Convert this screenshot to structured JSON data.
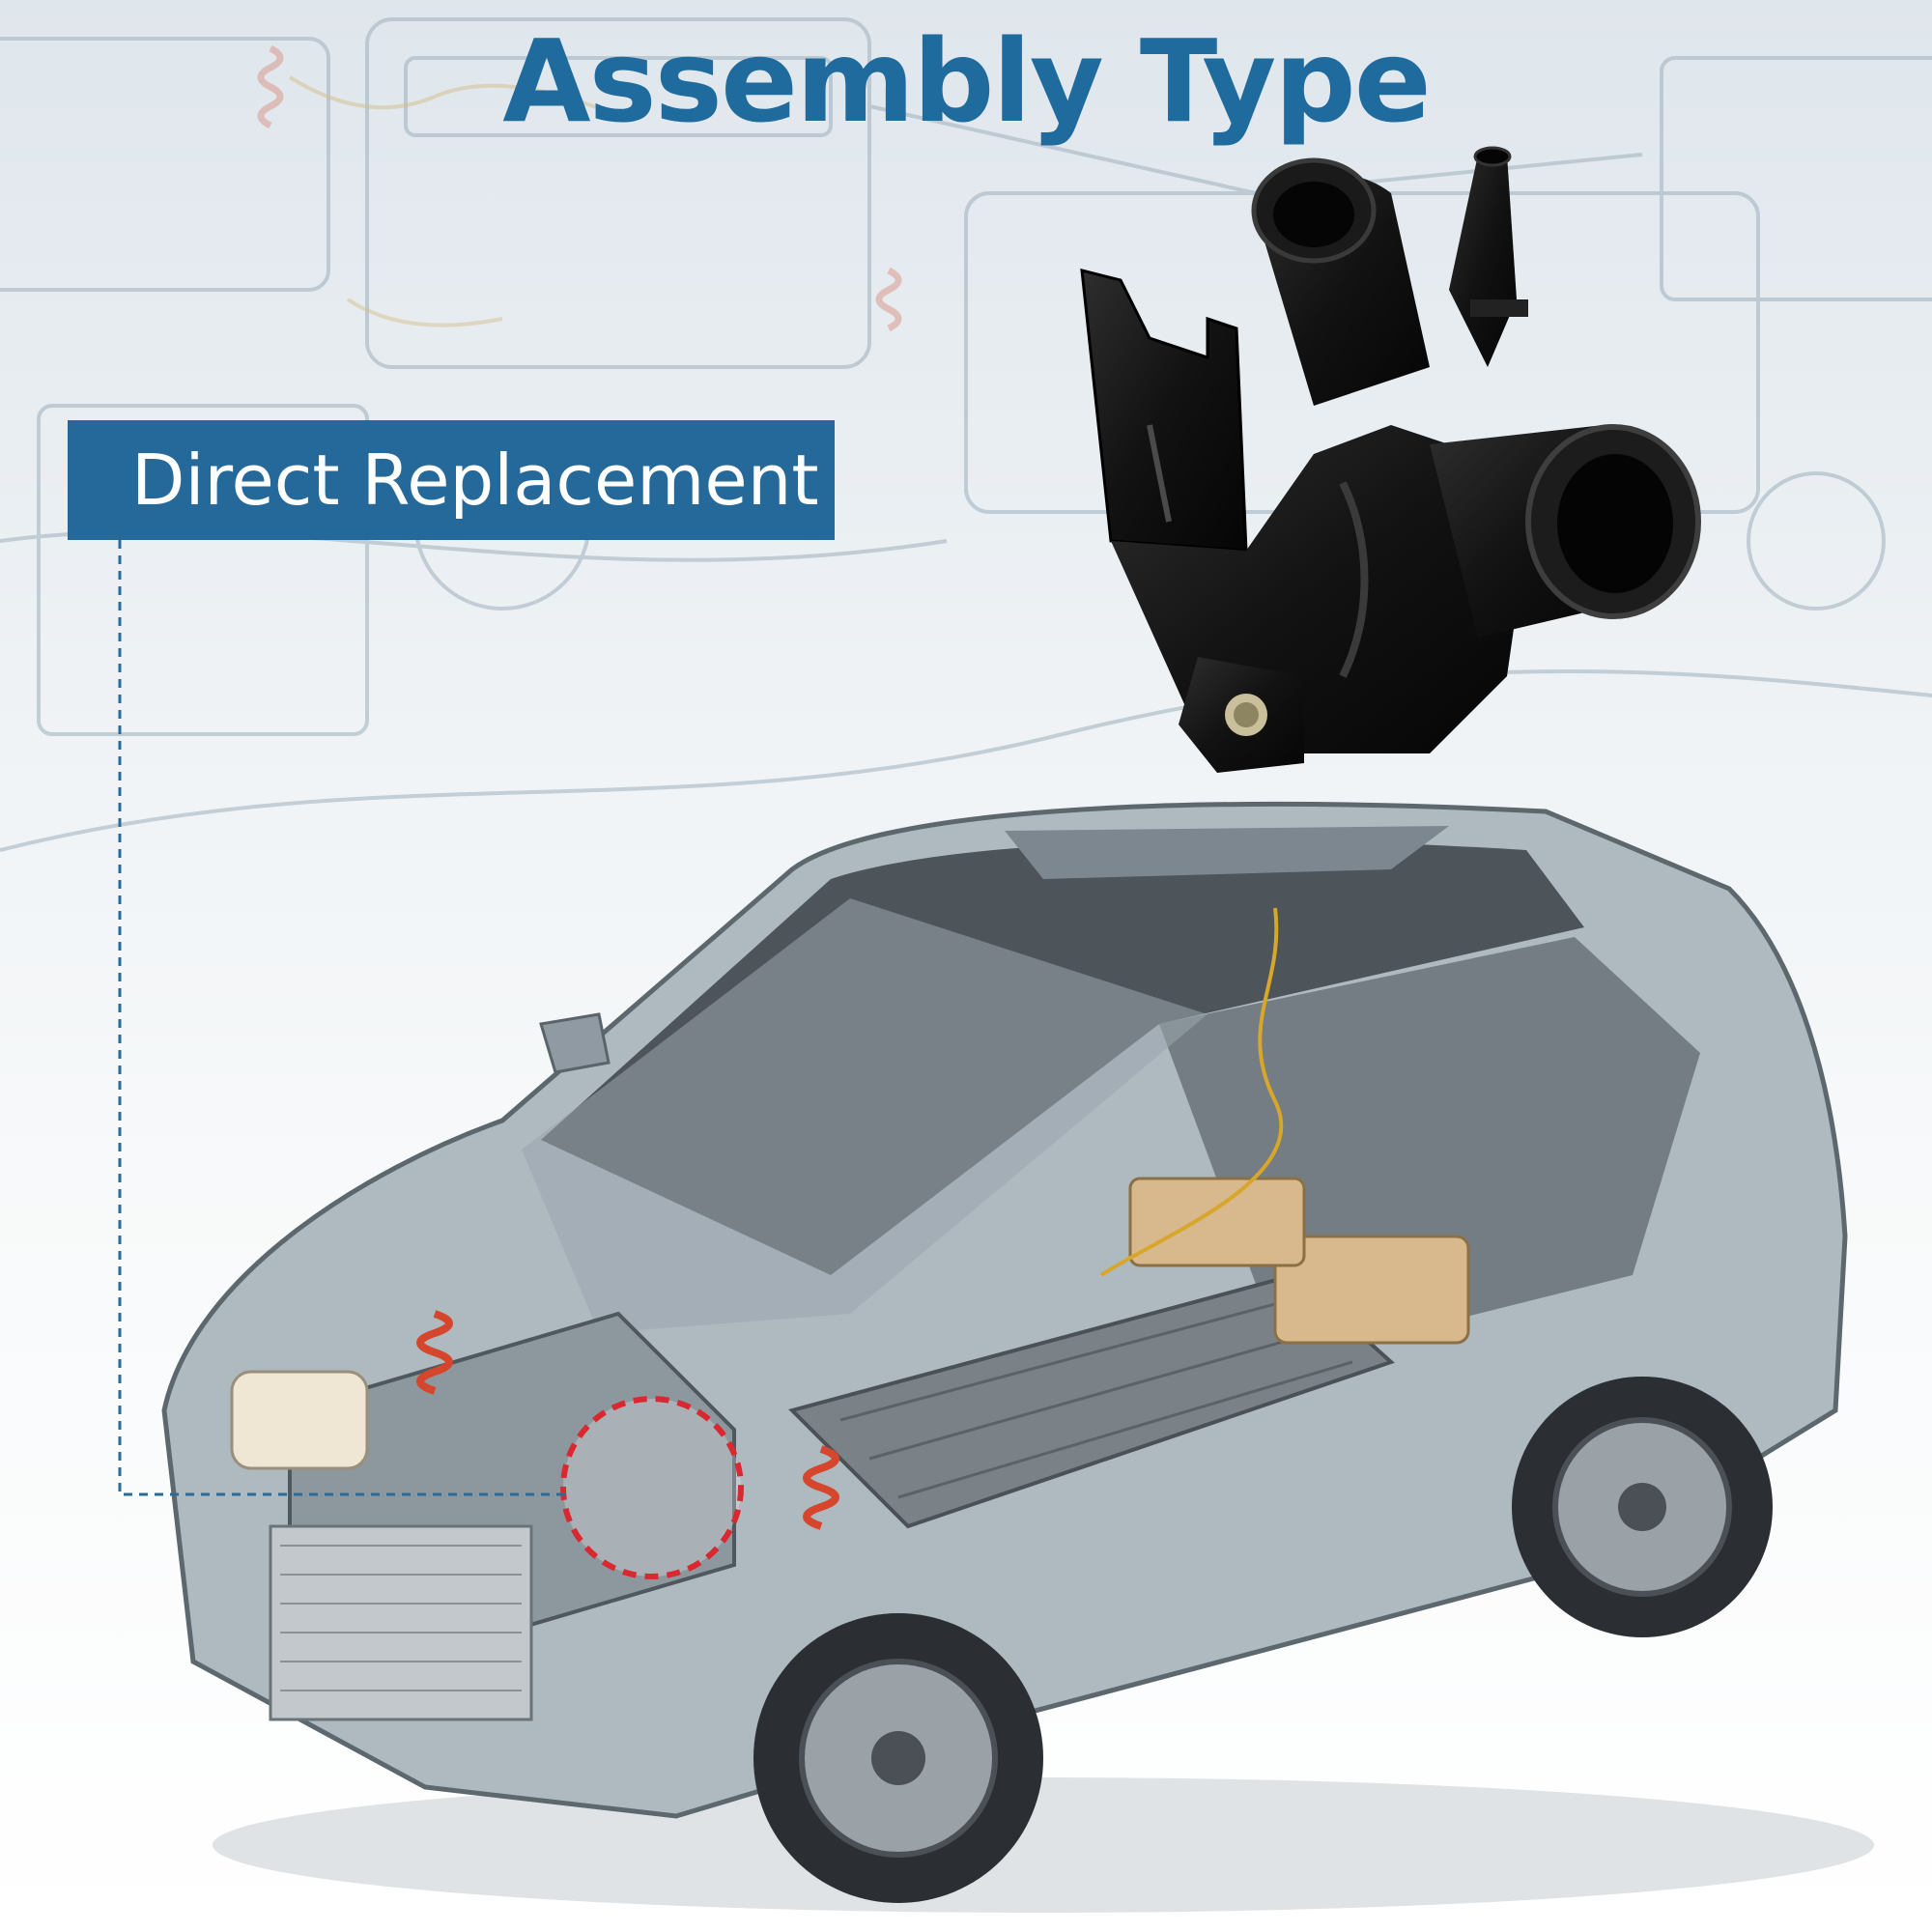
{
  "header": {
    "title": "Assembly Type"
  },
  "callout": {
    "label": "Direct Replacement"
  },
  "colors": {
    "brand_blue": "#1f6b9e",
    "label_box": "#25699a",
    "highlight_red": "#d9282f",
    "part_black": "#121212",
    "car_silver": "#a9b4bb"
  },
  "images": {
    "background": "engine-bay-line-art",
    "product": "thermostat-water-outlet-housing",
    "vehicle": "cutaway-suv-illustration"
  }
}
